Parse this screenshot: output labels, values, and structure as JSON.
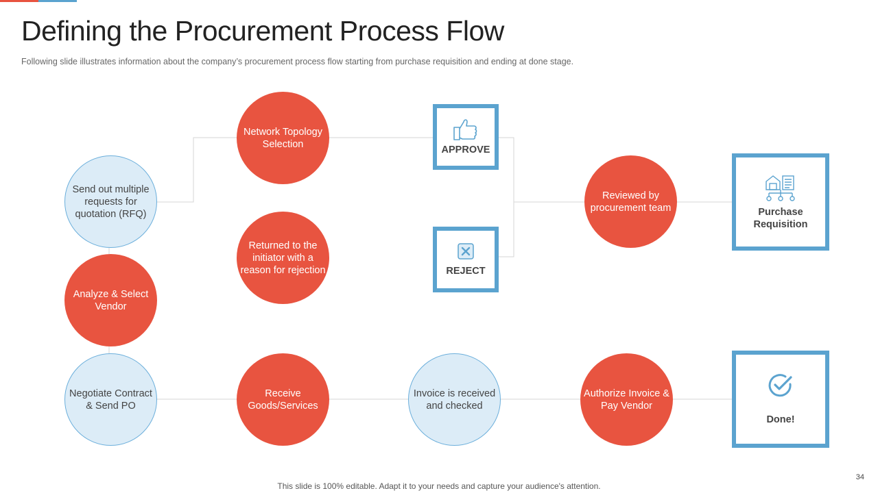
{
  "slide": {
    "title": "Defining the Procurement Process Flow",
    "subtitle": "Following slide illustrates information about the company’s procurement process flow starting from purchase requisition and ending at done stage.",
    "footer": "This slide is 100% editable. Adapt it to your needs and capture your audience's attention.",
    "page_number": "34"
  },
  "colors": {
    "accent_red": "#e85440",
    "accent_blue": "#5ba3cf",
    "light_fill": "#dcecf7"
  },
  "nodes": {
    "rfq": "Send out multiple requests for quotation (RFQ)",
    "network": "Network Topology Selection",
    "returned": "Returned to the initiator with a reason for rejection",
    "analyze": "Analyze & Select Vendor",
    "negotiate": "Negotiate Contract & Send PO",
    "receive": "Receive Goods/Services",
    "invoice": "Invoice is received and checked",
    "authorize": "Authorize Invoice & Pay Vendor",
    "reviewed": "Reviewed by procurement team"
  },
  "boxes": {
    "approve": {
      "label": "APPROVE",
      "icon": "thumbs-up-icon"
    },
    "reject": {
      "label": "REJECT",
      "icon": "close-box-icon"
    },
    "requisition": {
      "label": "Purchase Requisition",
      "icon": "warehouse-network-icon"
    },
    "done": {
      "label": "Done!",
      "icon": "check-circle-icon"
    }
  }
}
